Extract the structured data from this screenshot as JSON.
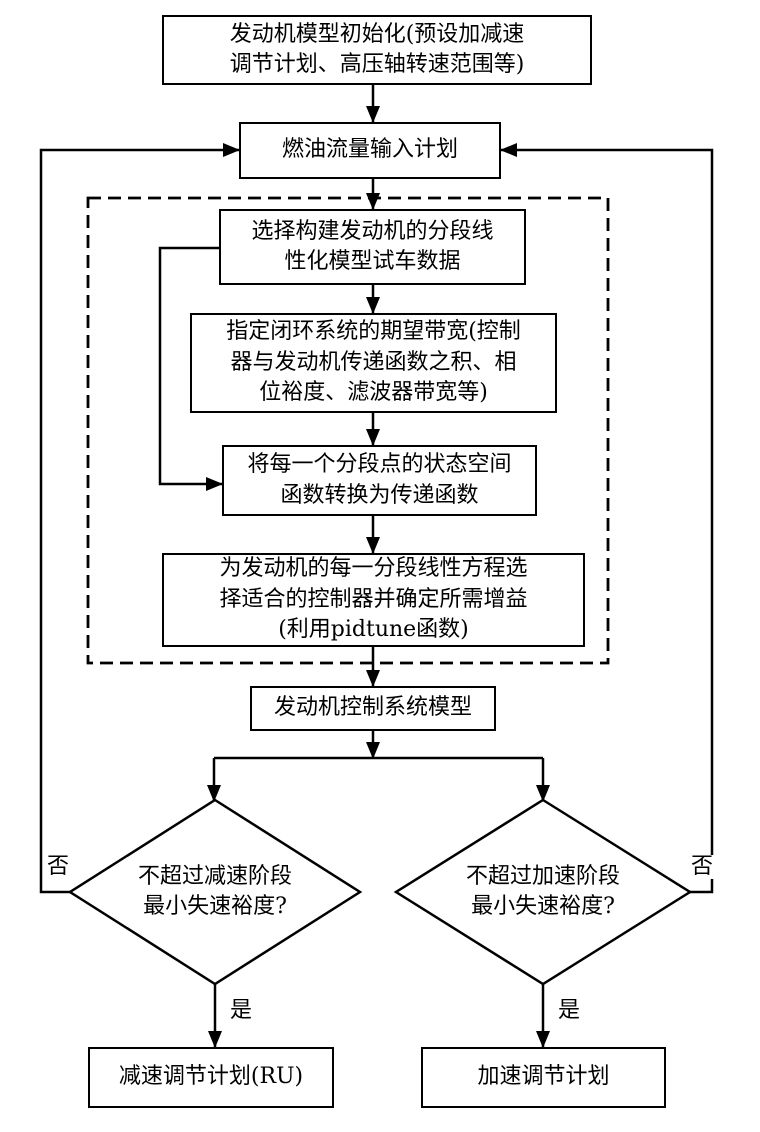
{
  "flowchart": {
    "boxes": {
      "init": "发动机模型初始化(预设加减速\n调节计划、高压轴转速范围等)",
      "fuel_flow": "燃油流量输入计划",
      "select_data": "选择构建发动机的分段线\n性化模型试车数据",
      "bandwidth": "指定闭环系统的期望带宽(控制\n器与发动机传递函数之积、相\n位裕度、滤波器带宽等)",
      "transfer": "将每一个分段点的状态空间\n函数转换为传递函数",
      "controller": "为发动机的每一分段线性方程选\n择适合的控制器并确定所需增益\n(利用pidtune函数)",
      "model": "发动机控制系统模型",
      "decel_plan": "减速调节计划(RU)",
      "accel_plan": "加速调节计划"
    },
    "decisions": {
      "decel": "不超过减速阶段\n最小失速裕度?",
      "accel": "不超过加速阶段\n最小失速裕度?"
    },
    "labels": {
      "no_left": "否",
      "no_right": "否",
      "yes_left": "是",
      "yes_right": "是"
    },
    "colors": {
      "line": "#000000",
      "background": "#ffffff"
    }
  }
}
